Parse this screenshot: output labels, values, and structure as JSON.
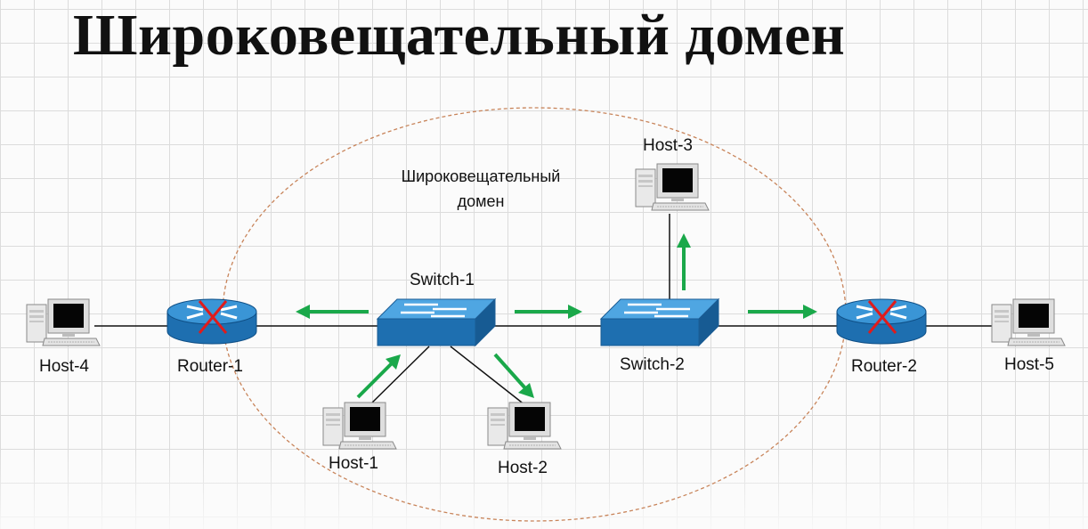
{
  "title": "Широковещательный домен",
  "domain_label": {
    "line1": "Широковещательный",
    "line2": "домен"
  },
  "devices": {
    "switch1": "Switch-1",
    "switch2": "Switch-2",
    "router1": "Router-1",
    "router2": "Router-2",
    "host1": "Host-1",
    "host2": "Host-2",
    "host3": "Host-3",
    "host4": "Host-4",
    "host5": "Host-5"
  },
  "colors": {
    "switch": "#2f86c6",
    "router": "#2f86c6",
    "arrow": "#1aa84a",
    "blocked_mark": "#e01b1b",
    "domain_border": "#c8845a"
  }
}
